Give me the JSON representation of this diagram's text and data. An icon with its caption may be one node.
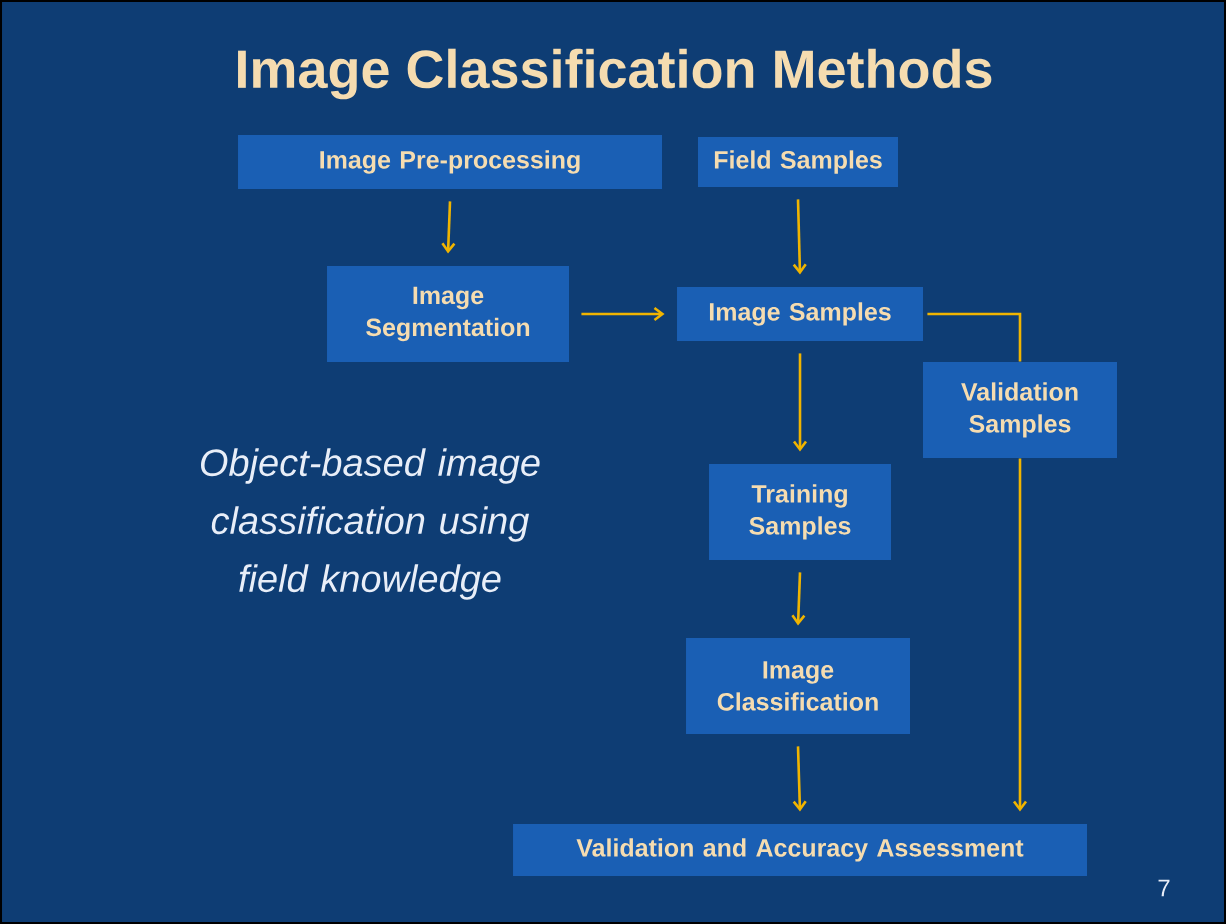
{
  "diagram": {
    "title": "Image Classification Methods",
    "nodes": [
      {
        "text": [
          "Image Pre-processing"
        ]
      },
      {
        "text": [
          "Field Samples"
        ]
      },
      {
        "text": [
          "Image Segmentation"
        ]
      },
      {
        "text": [
          "Image Samples"
        ]
      },
      {
        "text": [
          "Validation Samples"
        ]
      },
      {
        "text": [
          "Training Samples"
        ]
      },
      {
        "text": [
          "Image Classification"
        ]
      },
      {
        "text": [
          "Validation and Accuracy Assessment"
        ]
      }
    ],
    "edges": [
      {
        "from": 0,
        "to": 2,
        "arrow": "to"
      },
      {
        "from": 1,
        "to": 3,
        "arrow": "to"
      },
      {
        "from": 2,
        "to": 3,
        "arrow": "to"
      },
      {
        "from": 3,
        "to": 5,
        "arrow": "to"
      },
      {
        "from": 5,
        "to": 6,
        "arrow": "to"
      },
      {
        "from": 6,
        "to": 7,
        "arrow": "to"
      },
      {
        "from": 3,
        "to": 4,
        "arrow": "none"
      },
      {
        "from": 4,
        "to": 7,
        "arrow": "to"
      }
    ],
    "labels": [
      "Object-based image classification using field knowledge",
      "7"
    ]
  }
}
